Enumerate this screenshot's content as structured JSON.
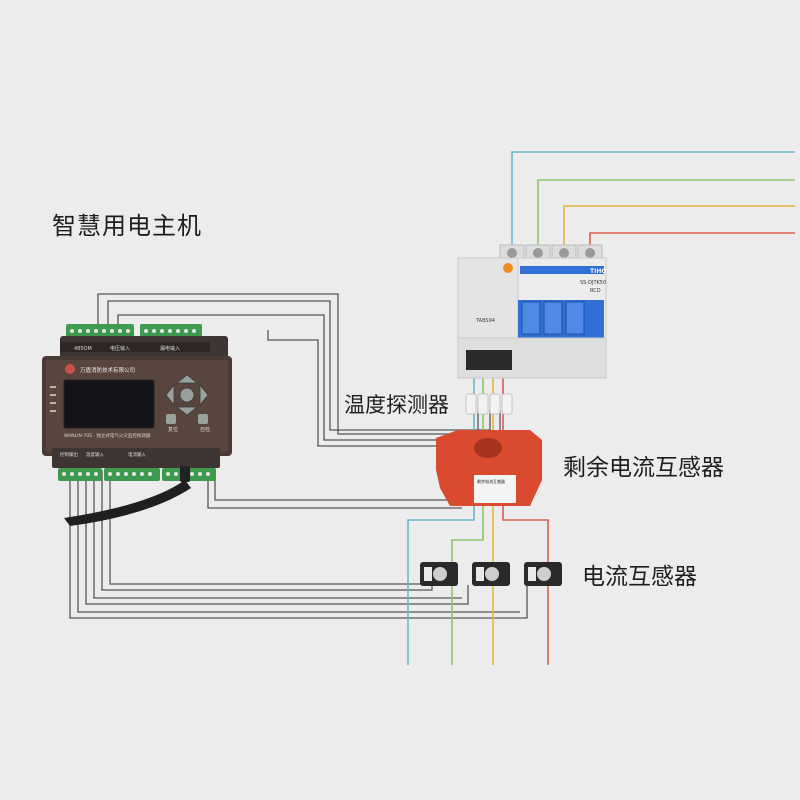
{
  "labels": {
    "host": "智慧用电主机",
    "temp_probe": "温度探测器",
    "residual_ct": "剩余电流互感器",
    "current_ct": "电流互感器"
  },
  "host_unit": {
    "company": "万盾消防技术有限公司",
    "model": "WANLIN-70S · 独立式电气火灾监控探测器",
    "port_left": "485OM",
    "port_mid": "电压输入",
    "port_right": "漏电输入",
    "btn_left": "复位",
    "btn_right": "自检",
    "bottom_left": "控制输出",
    "bottom_mid": "温度输入",
    "bottom_right": "电流输入"
  },
  "breaker": {
    "brand": "TIHO",
    "model": "SS-DJTK50",
    "rating": "RCD",
    "test_label": "TABS94"
  },
  "residual_ct_unit": {
    "title": "剩余电流互感器"
  },
  "colors": {
    "background": "#ececec",
    "wire_blue": "#67b9cf",
    "wire_green": "#8fc46c",
    "wire_yellow": "#e3b53f",
    "wire_red": "#d9604f",
    "signal_wire": "#4a4a4a",
    "host_body": "#4a3a34",
    "rcd_ct": "#d94a2e",
    "breaker_body": "#e9e9e9",
    "breaker_blue": "#2f6fd6",
    "terminal_green": "#3d9a4e"
  },
  "icons": [
    "antenna-icon",
    "dpad-icon",
    "logo-icon"
  ]
}
